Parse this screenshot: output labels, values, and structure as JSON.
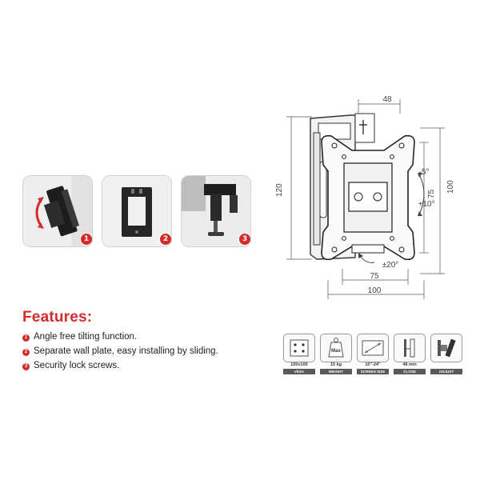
{
  "thumbnails": [
    {
      "number": "1",
      "subject": "tilting mount"
    },
    {
      "number": "2",
      "subject": "wall plate"
    },
    {
      "number": "3",
      "subject": "lock screw"
    }
  ],
  "diagram": {
    "dim_top": "48",
    "dim_left": "120",
    "dim_right_inner": "75",
    "dim_right_outer": "100",
    "dim_bottom_inner": "75",
    "dim_bottom_outer": "100",
    "tilt_up": "-5°",
    "tilt_down": "+10°",
    "swivel": "±20°"
  },
  "features": {
    "title": "Features:",
    "items": [
      {
        "number": "1",
        "text": "Angle free tilting function."
      },
      {
        "number": "2",
        "text": "Separate wall plate, easy installing by sliding."
      },
      {
        "number": "3",
        "text": "Security lock screws."
      }
    ]
  },
  "specs": [
    {
      "icon": "vesa-icon",
      "value": "100x100",
      "caption": "VESA"
    },
    {
      "icon": "weight-icon",
      "icon_label": "Max",
      "value": "15 kg",
      "caption": "WEIGHT"
    },
    {
      "icon": "screen-size-icon",
      "value": "10\"-24\"",
      "caption": "SCREEN SIZE"
    },
    {
      "icon": "close-distance-icon",
      "value": "48 mm",
      "caption": "CLOSE"
    },
    {
      "icon": "adjust-icon",
      "value": "",
      "caption": "ADJUST"
    }
  ],
  "colors": {
    "accent": "#d52b2b",
    "caption_bar": "#5a5a5a"
  }
}
